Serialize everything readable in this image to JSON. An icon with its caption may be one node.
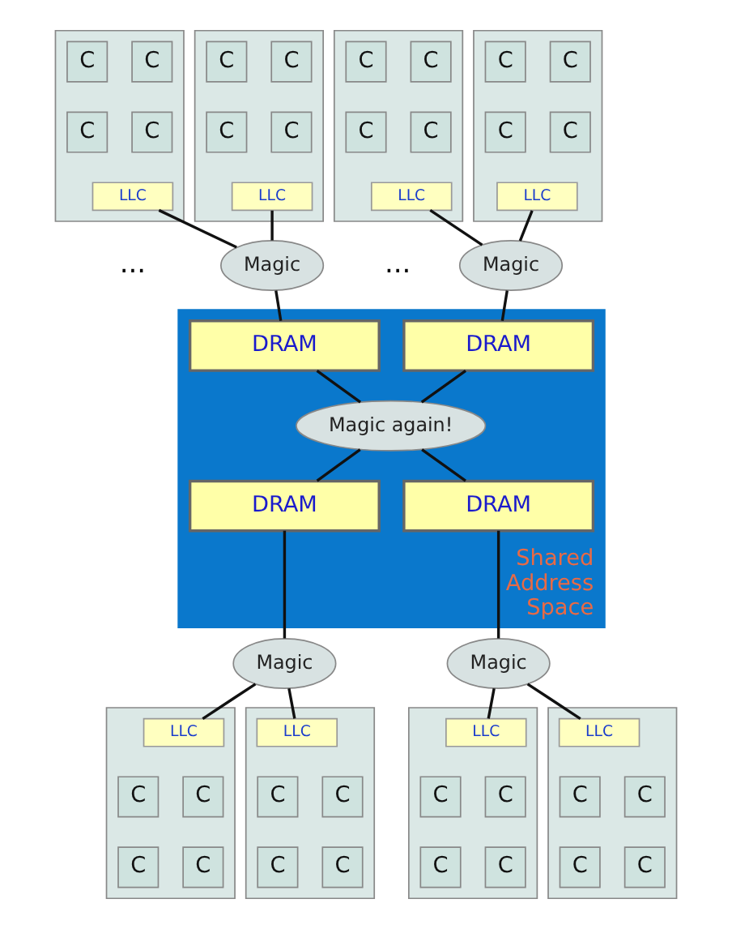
{
  "diagram": {
    "nodes": [
      {
        "text": [],
        "shape": "box"
      },
      {
        "text": [
          "C"
        ],
        "in": 0
      },
      {
        "text": [
          "C"
        ],
        "in": 0
      },
      {
        "text": [
          "C"
        ],
        "in": 0
      },
      {
        "text": [
          "C"
        ],
        "in": 0
      },
      {
        "text": [
          "LLC"
        ],
        "in": 0
      },
      {
        "text": [],
        "shape": "box"
      },
      {
        "text": [
          "C"
        ],
        "in": 6
      },
      {
        "text": [
          "C"
        ],
        "in": 6
      },
      {
        "text": [
          "C"
        ],
        "in": 6
      },
      {
        "text": [
          "C"
        ],
        "in": 6
      },
      {
        "text": [
          "LLC"
        ],
        "in": 6
      },
      {
        "text": [],
        "shape": "box"
      },
      {
        "text": [
          "C"
        ],
        "in": 12
      },
      {
        "text": [
          "C"
        ],
        "in": 12
      },
      {
        "text": [
          "C"
        ],
        "in": 12
      },
      {
        "text": [
          "C"
        ],
        "in": 12
      },
      {
        "text": [
          "LLC"
        ],
        "in": 12
      },
      {
        "text": [],
        "shape": "box"
      },
      {
        "text": [
          "C"
        ],
        "in": 18
      },
      {
        "text": [
          "C"
        ],
        "in": 18
      },
      {
        "text": [
          "C"
        ],
        "in": 18
      },
      {
        "text": [
          "C"
        ],
        "in": 18
      },
      {
        "text": [
          "LLC"
        ],
        "in": 18
      },
      {
        "text": [
          "Magic"
        ]
      },
      {
        "text": [
          "Magic"
        ]
      },
      {
        "text": [
          "Shared Address Space"
        ]
      },
      {
        "text": [
          "DRAM"
        ],
        "in": 26
      },
      {
        "text": [
          "DRAM"
        ],
        "in": 26
      },
      {
        "text": [
          "Magic again!"
        ],
        "in": 26
      },
      {
        "text": [
          "DRAM"
        ],
        "in": 26
      },
      {
        "text": [
          "DRAM"
        ],
        "in": 26
      },
      {
        "text": [
          "Magic"
        ]
      },
      {
        "text": [
          "Magic"
        ]
      },
      {
        "text": [],
        "shape": "box"
      },
      {
        "text": [
          "LLC"
        ],
        "in": 34
      },
      {
        "text": [
          "C"
        ],
        "in": 34
      },
      {
        "text": [
          "C"
        ],
        "in": 34
      },
      {
        "text": [
          "C"
        ],
        "in": 34
      },
      {
        "text": [
          "C"
        ],
        "in": 34
      },
      {
        "text": [],
        "shape": "box"
      },
      {
        "text": [
          "LLC"
        ],
        "in": 40
      },
      {
        "text": [
          "C"
        ],
        "in": 40
      },
      {
        "text": [
          "C"
        ],
        "in": 40
      },
      {
        "text": [
          "C"
        ],
        "in": 40
      },
      {
        "text": [
          "C"
        ],
        "in": 40
      },
      {
        "text": [],
        "shape": "box"
      },
      {
        "text": [
          "LLC"
        ],
        "in": 46
      },
      {
        "text": [
          "C"
        ],
        "in": 46
      },
      {
        "text": [
          "C"
        ],
        "in": 46
      },
      {
        "text": [
          "C"
        ],
        "in": 46
      },
      {
        "text": [
          "C"
        ],
        "in": 46
      },
      {
        "text": [],
        "shape": "box"
      },
      {
        "text": [
          "LLC"
        ],
        "in": 52
      },
      {
        "text": [
          "C"
        ],
        "in": 52
      },
      {
        "text": [
          "C"
        ],
        "in": 52
      },
      {
        "text": [
          "C"
        ],
        "in": 52
      },
      {
        "text": [
          "C"
        ],
        "in": 52
      }
    ],
    "edges": [
      {
        "from": 5,
        "to": 24,
        "arrow": "none"
      },
      {
        "from": 11,
        "to": 24,
        "arrow": "none"
      },
      {
        "from": 24,
        "to": 27,
        "arrow": "none"
      },
      {
        "from": 17,
        "to": 25,
        "arrow": "none"
      },
      {
        "from": 23,
        "to": 25,
        "arrow": "none"
      },
      {
        "from": 25,
        "to": 28,
        "arrow": "none"
      },
      {
        "from": 27,
        "to": 29,
        "arrow": "none"
      },
      {
        "from": 28,
        "to": 29,
        "arrow": "none"
      },
      {
        "from": 29,
        "to": 30,
        "arrow": "none"
      },
      {
        "from": 29,
        "to": 31,
        "arrow": "none"
      },
      {
        "from": 30,
        "to": 32,
        "arrow": "none"
      },
      {
        "from": 31,
        "to": 33,
        "arrow": "none"
      },
      {
        "from": 32,
        "to": 35,
        "arrow": "none"
      },
      {
        "from": 32,
        "to": 41,
        "arrow": "none"
      },
      {
        "from": 33,
        "to": 47,
        "arrow": "none"
      },
      {
        "from": 33,
        "to": 53,
        "arrow": "none"
      }
    ],
    "labels": [
      "...",
      "..."
    ]
  }
}
